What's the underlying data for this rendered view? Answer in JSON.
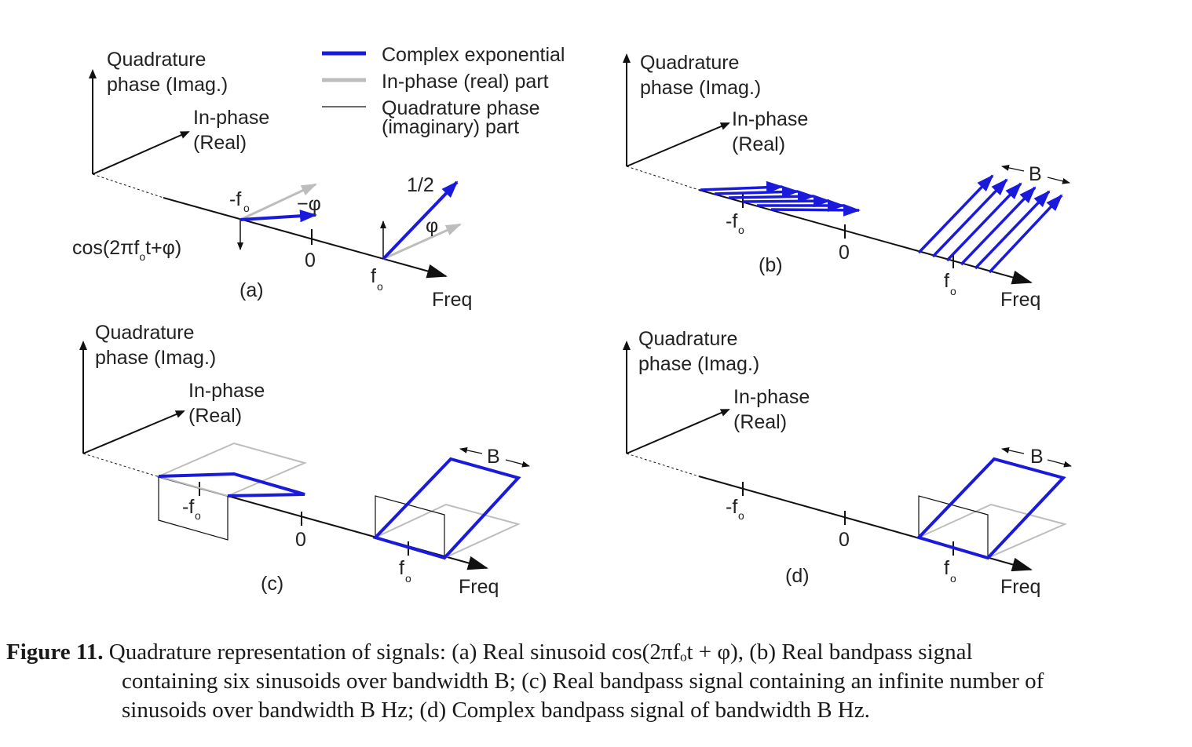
{
  "axes": {
    "quadrature": [
      "Quadrature",
      "phase (Imag.)"
    ],
    "inphase": [
      "In-phase",
      "(Real)"
    ],
    "freq": "Freq",
    "zero": "0",
    "f0": "f",
    "f0_sub": "o",
    "neg_f0": "-f",
    "bandwidth": "B"
  },
  "legend": {
    "complex": "Complex exponential",
    "real": "In-phase (real) part",
    "imag_line1": "Quadrature phase",
    "imag_line2": "(imaginary) part"
  },
  "panel_a": {
    "label": "(a)",
    "half": "1/2",
    "phi": "φ",
    "neg_phi": "−φ",
    "eq_pre": "cos(2πf",
    "eq_sub": "o",
    "eq_post": "t+φ)"
  },
  "panel_labels": {
    "b": "(b)",
    "c": "(c)",
    "d": "(d)"
  },
  "caption": {
    "figure": "Figure 11.",
    "line1": " Quadrature representation of signals: (a) Real sinusoid cos(2πfₒt + φ), (b) Real bandpass signal",
    "line2": "containing six sinusoids over bandwidth B; (c) Real bandpass signal containing an infinite number of",
    "line3": "sinusoids over bandwidth B Hz; (d) Complex bandpass signal of bandwidth B Hz."
  },
  "colors": {
    "blue": "#1a1adc",
    "gray": "#bdbdbd",
    "black": "#111111"
  }
}
